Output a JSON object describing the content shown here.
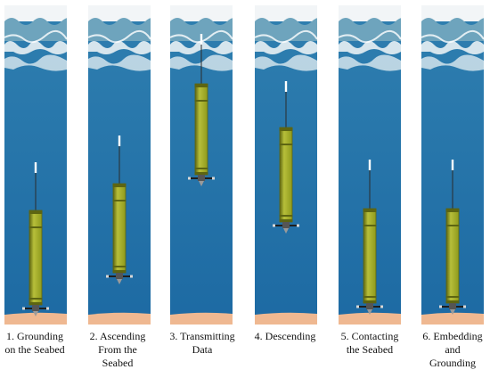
{
  "diagram": {
    "stages": [
      {
        "caption": "1. Grounding\non the Seabed"
      },
      {
        "caption": "2. Ascending\nFrom the\nSeabed"
      },
      {
        "caption": "3. Transmitting\nData"
      },
      {
        "caption": "4. Descending"
      },
      {
        "caption": "5. Contacting\nthe Seabed"
      },
      {
        "caption": "6. Embedding\nand\nGrounding"
      }
    ],
    "colors": {
      "sky": "#f2f5f7",
      "wave_light": "#e9f1f4",
      "wave_mid": "#6ea4bd",
      "water_top": "#2f7fb0",
      "water_bottom": "#1d6aa3",
      "seabed": "#efb891",
      "probe_body": "#8f9a1c",
      "probe_highlight": "#b7bf3a",
      "probe_band": "#5d6512"
    },
    "icons": [
      "probe-icon",
      "antenna-icon",
      "waves-icon",
      "seabed-icon"
    ]
  }
}
